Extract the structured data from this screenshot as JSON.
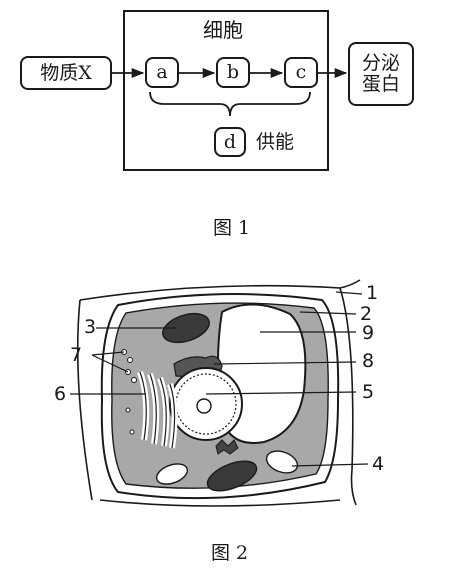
{
  "figure1": {
    "title": "细胞",
    "input": "物质X",
    "steps": [
      "a",
      "b",
      "c"
    ],
    "energy_node": "d",
    "energy_text": "供能",
    "output": [
      "分泌",
      "蛋白"
    ],
    "caption": "图 1"
  },
  "figure2": {
    "labels": [
      "1",
      "2",
      "3",
      "4",
      "5",
      "6",
      "7",
      "8",
      "9"
    ],
    "caption": "图 2"
  }
}
